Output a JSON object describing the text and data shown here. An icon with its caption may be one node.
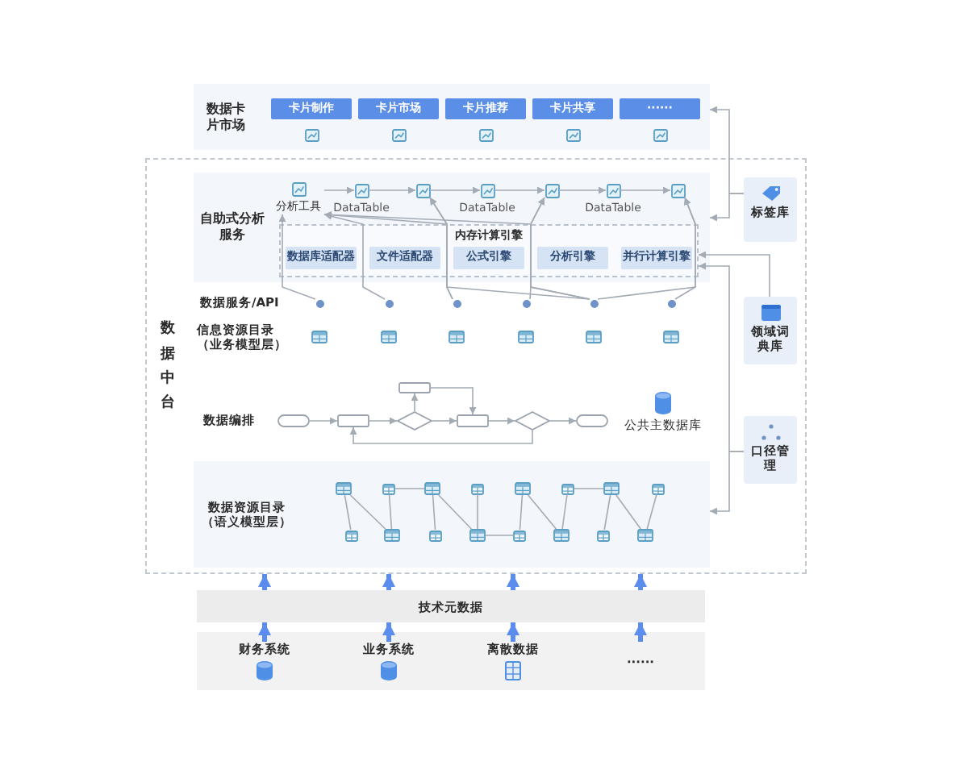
{
  "diagram": {
    "nodes": [
      {
        "text": [
          "数据卡片市场"
        ]
      },
      {
        "text": [
          "卡片制作"
        ],
        "in": 0
      },
      {
        "text": [
          "卡片市场"
        ],
        "in": 0
      },
      {
        "text": [
          "卡片推荐"
        ],
        "in": 0
      },
      {
        "text": [
          "卡片共享"
        ],
        "in": 0
      },
      {
        "text": [
          "······"
        ],
        "in": 0
      },
      {
        "text": [
          "数据中台"
        ]
      },
      {
        "text": [
          "自助式分析服务"
        ],
        "in": 6
      },
      {
        "text": [
          "分析工具"
        ],
        "in": 7
      },
      {
        "text": [],
        "shape": "box",
        "beside": [
          "DataTable"
        ],
        "in": 7
      },
      {
        "text": [],
        "shape": "box",
        "in": 7
      },
      {
        "text": [],
        "shape": "box",
        "beside": [
          "DataTable"
        ],
        "in": 7
      },
      {
        "text": [],
        "shape": "box",
        "in": 7
      },
      {
        "text": [],
        "shape": "box",
        "beside": [
          "DataTable"
        ],
        "in": 7
      },
      {
        "text": [],
        "shape": "box",
        "in": 7
      },
      {
        "text": [
          "内存计算引擎"
        ],
        "in": 7
      },
      {
        "text": [
          "数据库适配器"
        ],
        "in": 15
      },
      {
        "text": [
          "文件适配器"
        ],
        "in": 15
      },
      {
        "text": [
          "公式引擎"
        ],
        "in": 15
      },
      {
        "text": [
          "分析引擎"
        ],
        "in": 15
      },
      {
        "text": [
          "并行计算引擎"
        ],
        "in": 15
      },
      {
        "text": [],
        "shape": "circle",
        "in": 6
      },
      {
        "text": [],
        "shape": "circle",
        "in": 6
      },
      {
        "text": [],
        "shape": "circle",
        "in": 6
      },
      {
        "text": [],
        "shape": "circle",
        "in": 6
      },
      {
        "text": [],
        "shape": "circle",
        "in": 6
      },
      {
        "text": [],
        "shape": "circle",
        "in": 6
      },
      {
        "text": [],
        "shape": "stadium",
        "in": 6
      },
      {
        "text": [],
        "shape": "box",
        "in": 6
      },
      {
        "text": [],
        "shape": "diamond",
        "in": 6
      },
      {
        "text": [],
        "shape": "box",
        "in": 6
      },
      {
        "text": [],
        "shape": "box",
        "in": 6
      },
      {
        "text": [],
        "shape": "diamond",
        "in": 6
      },
      {
        "text": [],
        "shape": "stadium",
        "in": 6
      },
      {
        "text": [
          "公共主数据库"
        ],
        "in": 6
      },
      {
        "text": [
          "数据资源目录（语义模型层）"
        ],
        "in": 6
      },
      {
        "text": [],
        "shape": "box",
        "in": 35
      },
      {
        "text": [],
        "shape": "box",
        "in": 35
      },
      {
        "text": [],
        "shape": "box",
        "in": 35
      },
      {
        "text": [],
        "shape": "box",
        "in": 35
      },
      {
        "text": [],
        "shape": "box",
        "in": 35
      },
      {
        "text": [],
        "shape": "box",
        "in": 35
      },
      {
        "text": [],
        "shape": "box",
        "in": 35
      },
      {
        "text": [],
        "shape": "box",
        "in": 35
      },
      {
        "text": [],
        "shape": "box",
        "in": 35
      },
      {
        "text": [],
        "shape": "box",
        "in": 35
      },
      {
        "text": [],
        "shape": "box",
        "in": 35
      },
      {
        "text": [],
        "shape": "box",
        "in": 35
      },
      {
        "text": [],
        "shape": "box",
        "in": 35
      },
      {
        "text": [],
        "shape": "box",
        "in": 35
      },
      {
        "text": [],
        "shape": "box",
        "in": 35
      },
      {
        "text": [],
        "shape": "box",
        "in": 35
      },
      {
        "text": [
          "技术元数据"
        ]
      },
      {
        "text": [],
        "shape": "bar"
      },
      {
        "text": [
          "财务系统"
        ],
        "in": 53
      },
      {
        "text": [
          "业务系统"
        ],
        "in": 53
      },
      {
        "text": [
          "离散数据"
        ],
        "in": 53
      },
      {
        "text": [
          "······"
        ],
        "in": 53
      },
      {
        "text": [
          "标签库"
        ],
        "in": 6
      },
      {
        "text": [
          "领域词典库"
        ],
        "in": 6
      },
      {
        "text": [
          "口径管理"
        ],
        "in": 6
      }
    ],
    "edges": [
      {
        "from": 8,
        "to": 9,
        "arrow": "to"
      },
      {
        "from": 9,
        "to": 10,
        "arrow": "to"
      },
      {
        "from": 10,
        "to": 11,
        "arrow": "to"
      },
      {
        "from": 11,
        "to": 12,
        "arrow": "to"
      },
      {
        "from": 12,
        "to": 13,
        "arrow": "to"
      },
      {
        "from": 13,
        "to": 14,
        "arrow": "to"
      },
      {
        "from": 21,
        "to": 8,
        "arrow": "to"
      },
      {
        "from": 22,
        "to": 8,
        "arrow": "to"
      },
      {
        "from": 23,
        "to": 8,
        "arrow": "to"
      },
      {
        "from": 25,
        "to": 8,
        "arrow": "to"
      },
      {
        "from": 23,
        "to": 10,
        "arrow": "to"
      },
      {
        "from": 25,
        "to": 10,
        "arrow": "to"
      },
      {
        "from": 24,
        "to": 12,
        "arrow": "to"
      },
      {
        "from": 25,
        "to": 12,
        "arrow": "to"
      },
      {
        "from": 25,
        "to": 14,
        "arrow": "to"
      },
      {
        "from": 26,
        "to": 14,
        "arrow": "to"
      },
      {
        "from": 27,
        "to": 28,
        "arrow": "to"
      },
      {
        "from": 28,
        "to": 29,
        "arrow": "to"
      },
      {
        "from": 29,
        "to": 31,
        "arrow": "to"
      },
      {
        "from": 31,
        "to": 32,
        "arrow": "to"
      },
      {
        "from": 32,
        "to": 33,
        "arrow": "to"
      },
      {
        "from": 29,
        "to": 30,
        "arrow": "to"
      },
      {
        "from": 30,
        "to": 31,
        "arrow": "to"
      },
      {
        "from": 32,
        "to": 28,
        "arrow": "to"
      },
      {
        "from": 36,
        "to": 44,
        "arrow": "none"
      },
      {
        "from": 36,
        "to": 45,
        "arrow": "none"
      },
      {
        "from": 37,
        "to": 38,
        "arrow": "none"
      },
      {
        "from": 37,
        "to": 45,
        "arrow": "none"
      },
      {
        "from": 38,
        "to": 46,
        "arrow": "none"
      },
      {
        "from": 38,
        "to": 47,
        "arrow": "none"
      },
      {
        "from": 39,
        "to": 47,
        "arrow": "none"
      },
      {
        "from": 47,
        "to": 48,
        "arrow": "none"
      },
      {
        "from": 40,
        "to": 48,
        "arrow": "none"
      },
      {
        "from": 40,
        "to": 49,
        "arrow": "none"
      },
      {
        "from": 41,
        "to": 49,
        "arrow": "none"
      },
      {
        "from": 41,
        "to": 42,
        "arrow": "none"
      },
      {
        "from": 42,
        "to": 50,
        "arrow": "none"
      },
      {
        "from": 42,
        "to": 51,
        "arrow": "none"
      },
      {
        "from": 43,
        "to": 51,
        "arrow": "none"
      },
      {
        "from": 52,
        "to": 6,
        "arrow": "to",
        "style": "thick",
        "color": "#5b8def"
      },
      {
        "from": 52,
        "to": 6,
        "arrow": "to",
        "style": "thick",
        "color": "#5b8def"
      },
      {
        "from": 52,
        "to": 6,
        "arrow": "to",
        "style": "thick",
        "color": "#5b8def"
      },
      {
        "from": 52,
        "to": 6,
        "arrow": "to",
        "style": "thick",
        "color": "#5b8def"
      },
      {
        "from": 54,
        "to": 52,
        "arrow": "to",
        "style": "thick",
        "color": "#5b8def"
      },
      {
        "from": 55,
        "to": 52,
        "arrow": "to",
        "style": "thick",
        "color": "#5b8def"
      },
      {
        "from": 56,
        "to": 52,
        "arrow": "to",
        "style": "thick",
        "color": "#5b8def"
      },
      {
        "from": 57,
        "to": 52,
        "arrow": "to",
        "style": "thick",
        "color": "#5b8def"
      },
      {
        "from": 58,
        "to": 0,
        "arrow": "to"
      },
      {
        "from": 58,
        "to": 7,
        "arrow": "to"
      },
      {
        "from": 59,
        "to": 15,
        "arrow": "to"
      },
      {
        "from": 60,
        "to": 15,
        "arrow": "to"
      },
      {
        "from": 60,
        "to": 35,
        "arrow": "to"
      }
    ],
    "labels": [
      "数据服务/API",
      "信息资源目录（业务模型层）",
      "数据编排"
    ]
  }
}
